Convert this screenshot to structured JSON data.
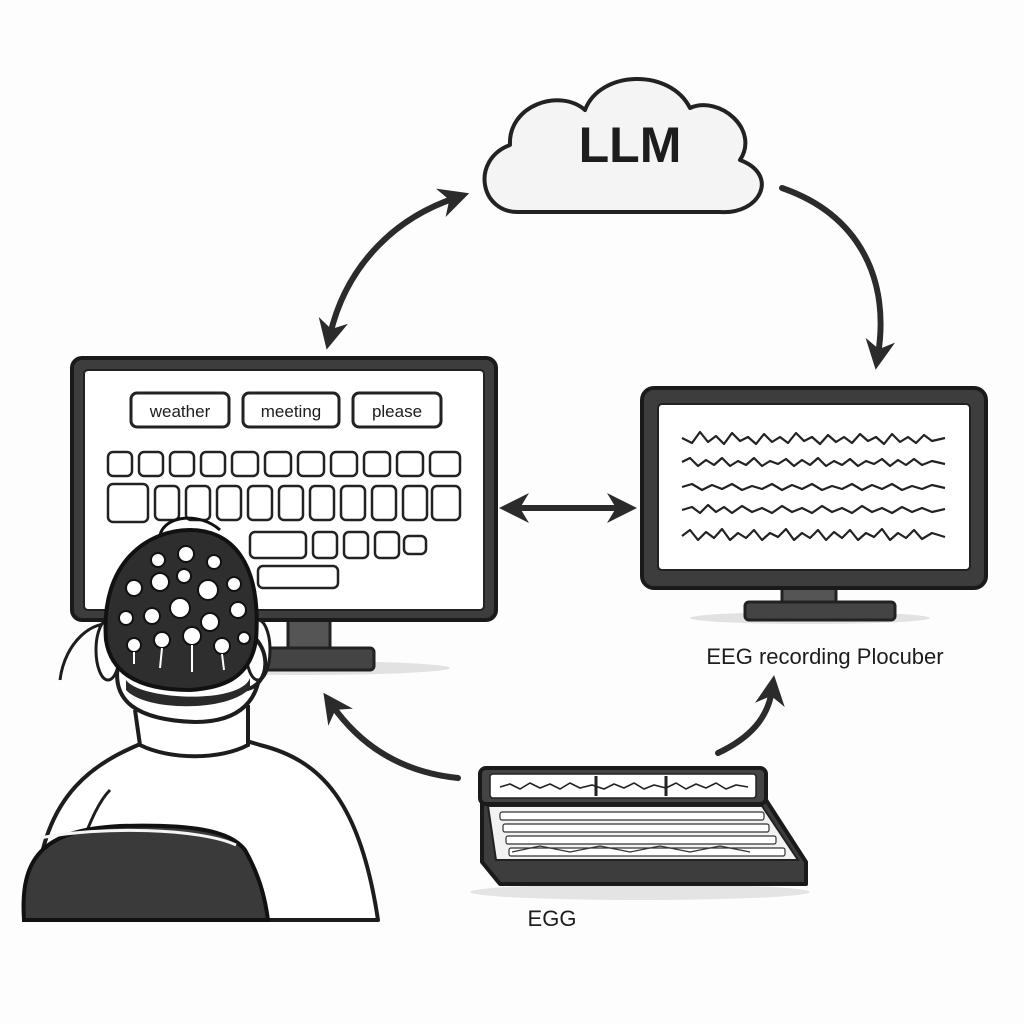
{
  "cloud": {
    "label": "LLM"
  },
  "word_suggestions": [
    "weather",
    "meeting",
    "please"
  ],
  "eeg_monitor": {
    "caption": "EEG recording Plocuber"
  },
  "device": {
    "caption": "EGG"
  }
}
